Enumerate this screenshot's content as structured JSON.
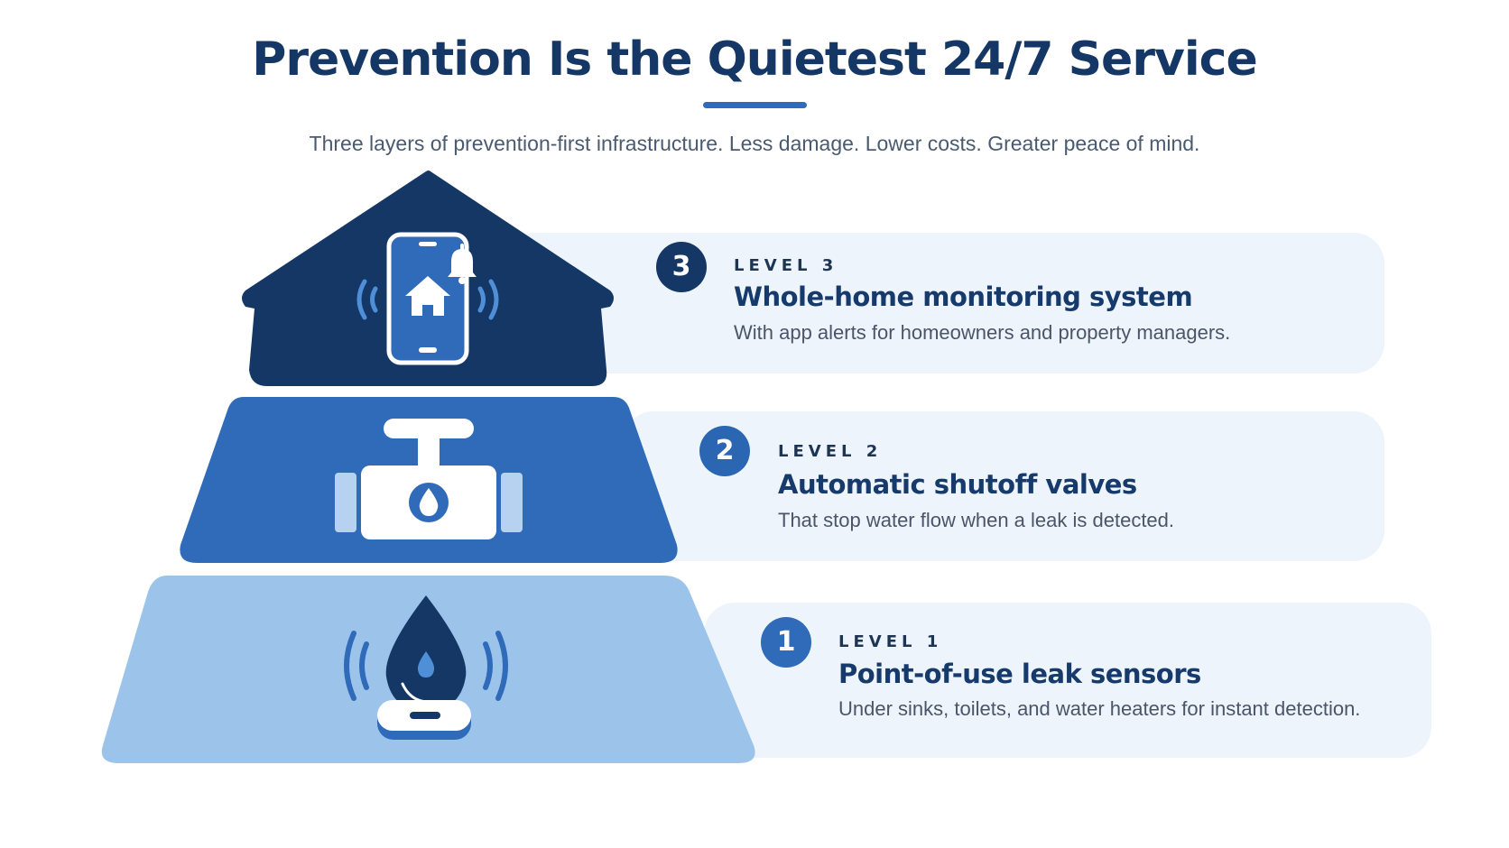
{
  "title": "Prevention Is the Quietest 24/7 Service",
  "subtitle": "Three layers of prevention-first infrastructure. Less damage. Lower costs. Greater peace of mind.",
  "colors": {
    "navy": "#143766",
    "mid_blue": "#2f6bb8",
    "light_blue": "#9cc4ea",
    "card_bg": "#eef4fc"
  },
  "levels": [
    {
      "badge": "3",
      "label": "LEVEL 3",
      "heading": "Whole-home monitoring system",
      "description": "With app alerts for homeowners and property managers.",
      "icon": "smartphone-home-alert-icon"
    },
    {
      "badge": "2",
      "label": "LEVEL 2",
      "heading": "Automatic shutoff valves",
      "description": "That stop water flow when a leak is detected.",
      "icon": "shutoff-valve-icon"
    },
    {
      "badge": "1",
      "label": "LEVEL 1",
      "heading": "Point-of-use leak sensors",
      "description": "Under sinks, toilets, and water heaters for instant detection.",
      "icon": "leak-sensor-droplet-icon"
    }
  ]
}
